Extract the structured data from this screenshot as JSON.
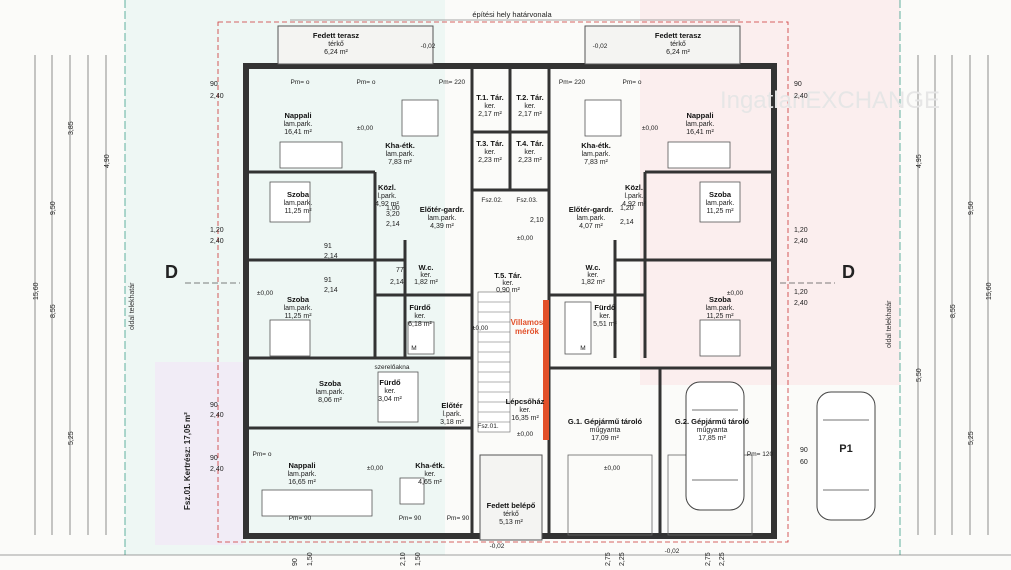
{
  "top_label": "építési hely határvonala",
  "section_marks": {
    "left": "D",
    "right": "D"
  },
  "watermark": "IngatlanEXCHANGE",
  "side_labels": {
    "left": "oldal telekhatár",
    "right": "oldal telekhatár"
  },
  "garden_label": "Fsz.01. Kertrész: 17,05 m²",
  "meter_label": {
    "line1": "Villamos",
    "line2": "mérők"
  },
  "parking": "P1",
  "rooms": [
    {
      "name": "Fedett terasz",
      "floor": "térkő",
      "area": "6,24 m²"
    },
    {
      "name": "Fedett terasz",
      "floor": "térkő",
      "area": "6,24 m²"
    },
    {
      "name": "Nappali",
      "floor": "lam.park.",
      "area": "16,41 m²"
    },
    {
      "name": "Nappali",
      "floor": "lam.park.",
      "area": "16,41 m²"
    },
    {
      "name": "Kha-étk.",
      "floor": "lam.park.",
      "area": "7,83 m²"
    },
    {
      "name": "Kha-étk.",
      "floor": "lam.park.",
      "area": "7,83 m²"
    },
    {
      "name": "T.1. Tár.",
      "floor": "ker.",
      "area": "2,17 m²"
    },
    {
      "name": "T.2. Tár.",
      "floor": "ker.",
      "area": "2,17 m²"
    },
    {
      "name": "T.3. Tár.",
      "floor": "ker.",
      "area": "2,23 m²"
    },
    {
      "name": "T.4. Tár.",
      "floor": "ker.",
      "area": "2,23 m²"
    },
    {
      "name": "Szoba",
      "floor": "lam.park.",
      "area": "11,25 m²"
    },
    {
      "name": "Szoba",
      "floor": "lam.park.",
      "area": "11,25 m²"
    },
    {
      "name": "Közl.",
      "floor": "l.park.",
      "area": "4,92 m²"
    },
    {
      "name": "Közl.",
      "floor": "l.park.",
      "area": "4,92 m²"
    },
    {
      "name": "Előtér-gardr.",
      "floor": "lam.park.",
      "area": "4,39 m²"
    },
    {
      "name": "Előtér-gardr.",
      "floor": "lam.park.",
      "area": "4,07 m²"
    },
    {
      "name": "W.c.",
      "floor": "ker.",
      "area": "1,82 m²"
    },
    {
      "name": "W.c.",
      "floor": "ker.",
      "area": "1,82 m²"
    },
    {
      "name": "T.5. Tár.",
      "floor": "ker.",
      "area": "0,90 m²"
    },
    {
      "name": "Szoba",
      "floor": "lam.park.",
      "area": "11,25 m²"
    },
    {
      "name": "Szoba",
      "floor": "lam.park.",
      "area": "11,25 m²"
    },
    {
      "name": "Fürdő",
      "floor": "ker.",
      "area": "6,18 m²"
    },
    {
      "name": "Fürdő",
      "floor": "ker.",
      "area": "5,51 m²"
    },
    {
      "name": "Szoba",
      "floor": "lam.park.",
      "area": "8,06 m²"
    },
    {
      "name": "Fürdő",
      "floor": "ker.",
      "area": "3,04 m²"
    },
    {
      "name": "Előtér",
      "floor": "l.park.",
      "area": "3,18 m²"
    },
    {
      "name": "Lépcsőház",
      "floor": "ker.",
      "area": "16,35 m²"
    },
    {
      "name": "G.1. Gépjármű tároló",
      "floor": "műgyanta",
      "area": "17,09 m²"
    },
    {
      "name": "G.2. Gépjármű tároló",
      "floor": "műgyanta",
      "area": "17,85 m²"
    },
    {
      "name": "Nappali",
      "floor": "lam.park.",
      "area": "16,65 m²"
    },
    {
      "name": "Kha-étk.",
      "floor": "ker.",
      "area": "4,65 m²"
    },
    {
      "name": "Fedett belépő",
      "floor": "térkő",
      "area": "5,13 m²"
    }
  ],
  "levels": [
    "±0,00",
    "±0,00",
    "±0,00",
    "±0,00",
    "±0,00",
    "±0,00",
    "±0,00",
    "±0,00",
    "±0,00",
    "-0,02",
    "-0,02",
    "-0,02",
    "-0,02"
  ],
  "unit_labels": [
    "Fsz.02.",
    "Fsz.03.",
    "Fsz.01."
  ],
  "pm_labels": [
    "Pm= o",
    "Pm= o",
    "Pm= 220",
    "Pm= 220",
    "Pm= o",
    "Pm= o",
    "Pm= 90",
    "Pm= 90",
    "Pm= 90",
    "Pm= 120"
  ],
  "left_dims": [
    "90",
    "2,40",
    "1,20",
    "2,40",
    "90",
    "2,40",
    "90",
    "2,40"
  ],
  "right_dims": [
    "90",
    "2,40",
    "1,20",
    "2,40",
    "1,20",
    "2,40",
    "90",
    "60"
  ],
  "outer_dims_left": [
    "15,60",
    "9,50",
    "8,55",
    "3,85",
    "4,90",
    "5,25"
  ],
  "outer_dims_right": [
    "15,60",
    "9,50",
    "8,55",
    "4,95",
    "5,50",
    "5,25"
  ],
  "bottom_dims": [
    "90",
    "1,50",
    "2,10",
    "1,50",
    "2,75",
    "2,25",
    "2,75",
    "2,25"
  ],
  "door_dims": [
    "91",
    "2,14",
    "91",
    "2,14",
    "77",
    "2,14",
    "1,00",
    "2,10",
    "1,20",
    "2,14",
    "3,20",
    "2,14"
  ],
  "misc_labels": [
    "szerelőakna",
    "M",
    "M"
  ]
}
